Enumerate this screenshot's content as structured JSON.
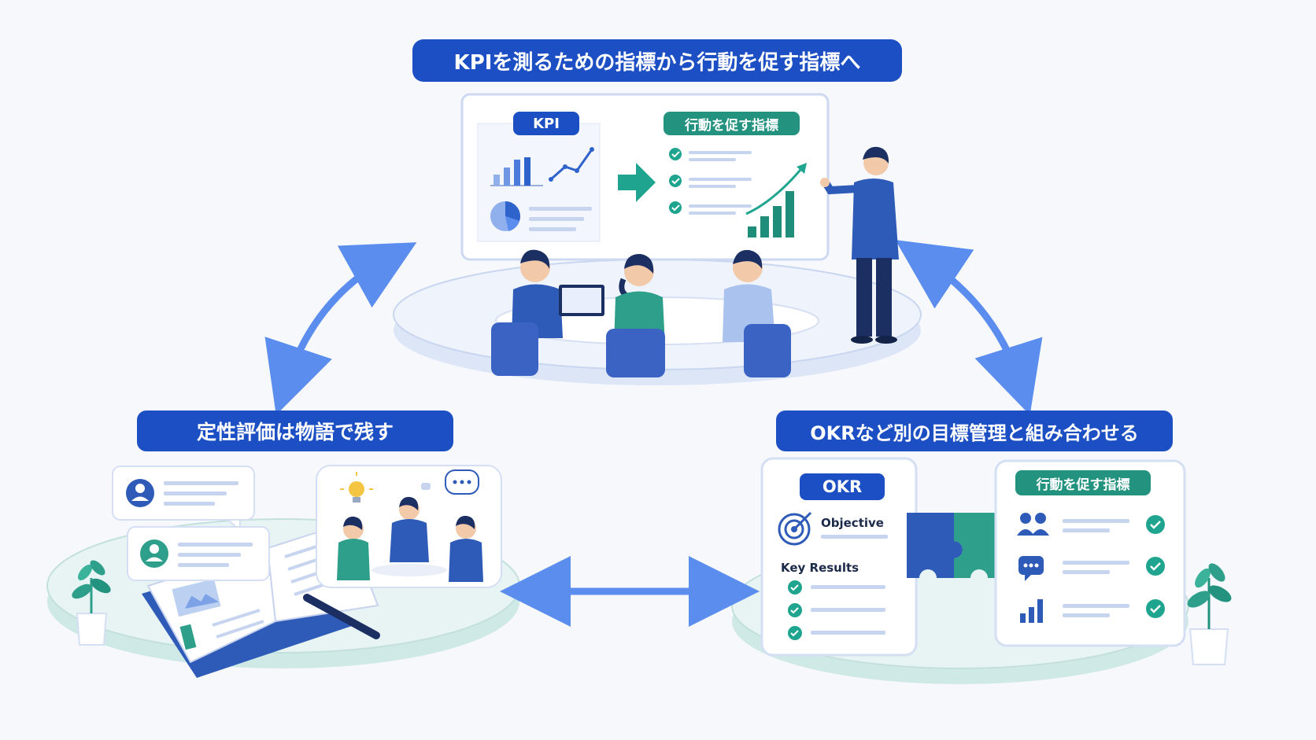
{
  "top": {
    "title": "KPIを測るための指標から行動を促す指標へ",
    "kpi_label": "KPI",
    "action_label": "行動を促す指標"
  },
  "left": {
    "title": "定性評価は物語で残す"
  },
  "right": {
    "title": "OKRなど別の目標管理と組み合わせる",
    "okr_label": "OKR",
    "objective_label": "Objective",
    "key_results_label": "Key Results",
    "action_label": "行動を促す指標"
  },
  "colors": {
    "brand_blue": "#1d4fc4",
    "brand_green": "#23927f",
    "arrow_blue": "#5b8def",
    "platform": "#e6edfa"
  }
}
